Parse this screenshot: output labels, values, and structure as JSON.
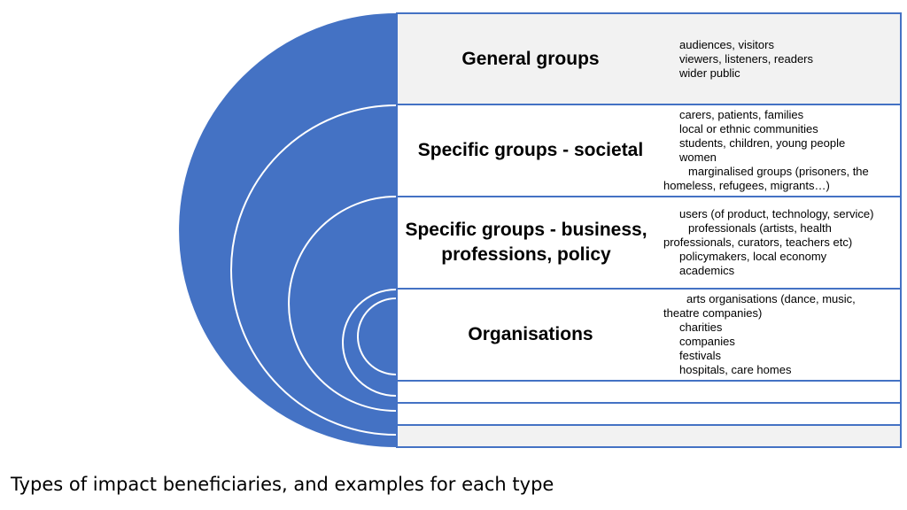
{
  "colors": {
    "accent": "#4472c4",
    "row_shade": "#f2f2f2"
  },
  "groups": [
    {
      "title": "General groups",
      "examples": [
        "audiences, visitors",
        "viewers, listeners, readers",
        "wider public"
      ]
    },
    {
      "title": "Specific groups - societal",
      "examples": [
        "carers, patients, families",
        "local or ethnic communities",
        "students, children, young people",
        "women",
        "marginalised groups (prisoners, the",
        "homeless, refugees, migrants…)"
      ]
    },
    {
      "title": "Specific groups - business, professions, policy",
      "examples": [
        "users (of product, technology, service)",
        "professionals (artists, health",
        "professionals, curators, teachers etc)",
        "policymakers, local economy",
        "academics"
      ]
    },
    {
      "title": "Organisations",
      "examples": [
        "arts organisations (dance, music,",
        "theatre companies)",
        "charities",
        "companies",
        "festivals",
        "hospitals, care homes"
      ]
    }
  ],
  "caption": "Types of impact beneficiaries, and examples for each type"
}
